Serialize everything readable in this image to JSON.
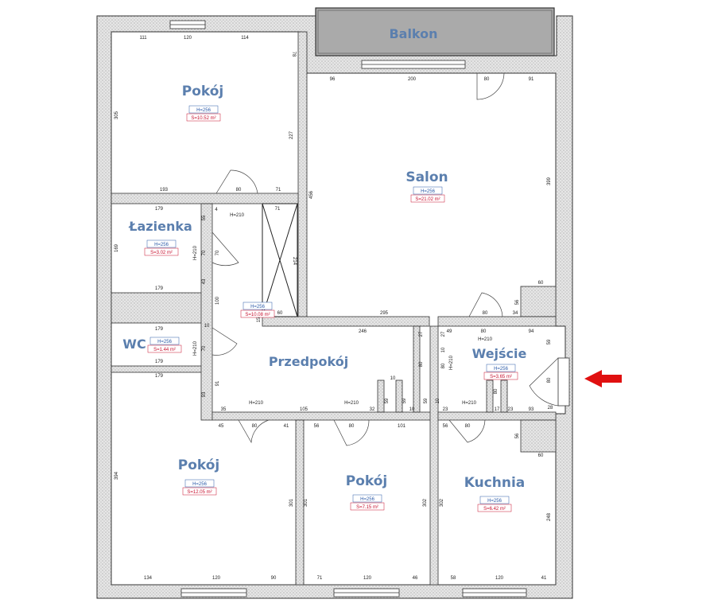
{
  "rooms": {
    "balkon": "Balkon",
    "pokoj_top": "Pokój",
    "salon": "Salon",
    "lazienka": "Łazienka",
    "wc": "WC",
    "przedpokoj": "Przedpokój",
    "wejscie": "Wejście",
    "pokoj_bl": "Pokój",
    "pokoj_bm": "Pokój",
    "kuchnia": "Kuchnia"
  },
  "tags": {
    "pokoj_top_h": "H=256",
    "pokoj_top_s": "S=10.52 m²",
    "salon_h": "H=256",
    "salon_s": "S=21.02 m²",
    "lazienka_h": "H=256",
    "lazienka_s": "S=3.02 m²",
    "wc_h": "H=256",
    "wc_s": "S=1.44 m²",
    "przedpokoj_h": "H=256",
    "przedpokoj_s": "S=10.08 m²",
    "wejscie_h": "H=256",
    "wejscie_s": "S=3.65 m²",
    "pokoj_bl_h": "H=256",
    "pokoj_bl_s": "S=12.05 m²",
    "pokoj_bm_h": "H=256",
    "pokoj_bm_s": "S=7.15 m²",
    "kuchnia_h": "H=256",
    "kuchnia_s": "S=6.42 m²"
  },
  "dims": {
    "d111": "111",
    "d120a": "120",
    "d114": "114",
    "d78": "78",
    "d305": "305",
    "d227": "227",
    "d193": "193",
    "d80a": "80",
    "d71a": "71",
    "d96": "96",
    "d200": "200",
    "d80b": "80",
    "d91": "91",
    "d456": "456",
    "d399": "399",
    "d60a": "60",
    "d295": "295",
    "d80c": "80",
    "d34": "34",
    "d56a": "56",
    "d179a": "179",
    "d55": "55",
    "d4": "4",
    "h210a": "H=210",
    "d71b": "71",
    "d169": "169",
    "h210b": "H=210",
    "d70a": "70",
    "d70b": "70",
    "d43": "43",
    "d179b": "179",
    "d214": "214",
    "d100": "100",
    "d60b": "60",
    "d15": "15",
    "d246": "246",
    "d27a": "27",
    "d49": "49",
    "d80d": "80",
    "d94": "94",
    "h210c": "H=210",
    "d59a": "59",
    "d80e": "80",
    "d179c": "179",
    "d10a": "10",
    "h210d": "H=210",
    "d70c": "70",
    "d179d": "179",
    "d80f": "80",
    "d27b": "27",
    "d10b": "10",
    "d80g": "80",
    "h210e": "H=210",
    "d179e": "179",
    "d91b": "91",
    "d93": "93",
    "d35": "35",
    "h210f": "H=210",
    "d105": "105",
    "h210g": "H=210",
    "d32": "32",
    "d59b": "59",
    "d59c": "59",
    "d59d": "59",
    "d10c": "10",
    "d10d": "10",
    "d10e": "10",
    "d23a": "23",
    "h210h": "H=210",
    "d17": "17",
    "d23b": "23",
    "d93b": "93",
    "d28": "28",
    "d80h": "80",
    "d45": "45",
    "d80i": "80",
    "d41a": "41",
    "d56b": "56",
    "d80j": "80",
    "d101": "101",
    "d56c": "56",
    "d80k": "80",
    "d56d": "56",
    "d60c": "60",
    "d394": "394",
    "d301a": "301",
    "d301b": "301",
    "d302a": "302",
    "d302b": "302",
    "d248": "248",
    "d134": "134",
    "d120b": "120",
    "d90": "90",
    "d71c": "71",
    "d120c": "120",
    "d46": "46",
    "d58": "58",
    "d120d": "120",
    "d41b": "41"
  },
  "colors": {
    "room_name": "#5b7fae",
    "wall_fill": "#d9d9d9",
    "balcony_fill": "#aaaaaa",
    "area_text": "#c8102e",
    "height_text": "#2a5aa8",
    "entry_arrow": "#e01010"
  },
  "icons": {
    "entry": "red-arrow-left-icon",
    "shaft": "ventilation-shaft-icon"
  }
}
